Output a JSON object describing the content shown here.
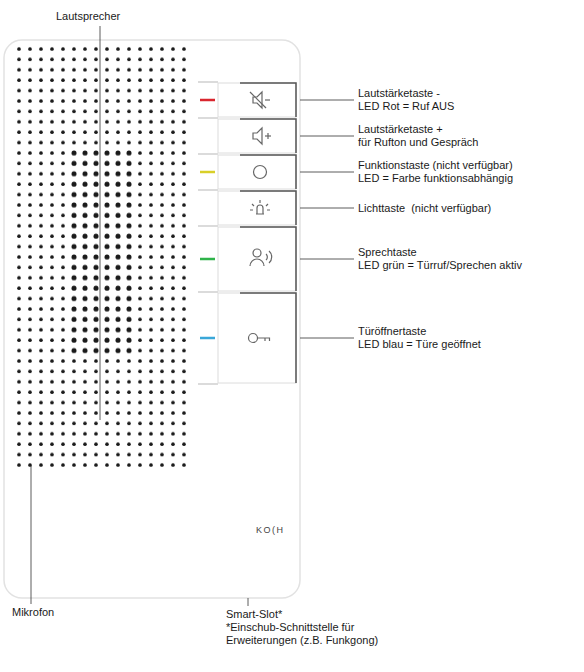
{
  "diagram": {
    "labels": [
      "Lautsprecher",
      "Lautstärketaste -",
      "LED Rot = Ruf AUS",
      "Lautstärketaste +",
      "für Rufton und Gespräch",
      "Funktionstaste (nicht verfügbar)",
      "LED = Farbe funktionsabhängig",
      "Lichttaste  (nicht verfügbar)",
      "Sprechtaste",
      "LED grün = Türruf/Sprechen aktiv",
      "Türöffnertaste",
      "LED blau = Türe geöffnet",
      "KO(H",
      "Mikrofon",
      "Smart-Slot*",
      "*Einschub-Schnittstelle für Erweiterungen (z.B. Funkgong)"
    ]
  }
}
